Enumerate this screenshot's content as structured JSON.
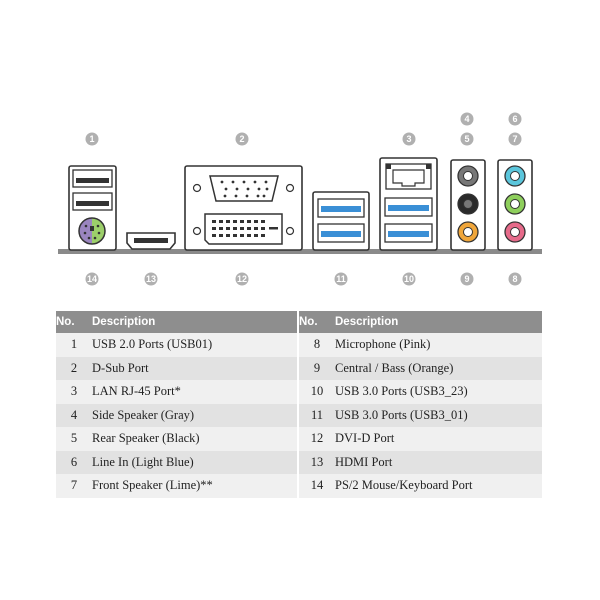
{
  "callouts": {
    "c1": "1",
    "c2": "2",
    "c3": "3",
    "c4": "4",
    "c5": "5",
    "c6": "6",
    "c7": "7",
    "c8": "8",
    "c9": "9",
    "c10": "10",
    "c11": "11",
    "c12": "12",
    "c13": "13",
    "c14": "14"
  },
  "table": {
    "header_no": "No.",
    "header_desc": "Description",
    "left": [
      {
        "no": "1",
        "desc": "USB 2.0 Ports (USB01)"
      },
      {
        "no": "2",
        "desc": "D-Sub Port"
      },
      {
        "no": "3",
        "desc": "LAN RJ-45 Port*"
      },
      {
        "no": "4",
        "desc": "Side Speaker (Gray)"
      },
      {
        "no": "5",
        "desc": "Rear Speaker (Black)"
      },
      {
        "no": "6",
        "desc": "Line In (Light Blue)"
      },
      {
        "no": "7",
        "desc": "Front Speaker (Lime)**"
      }
    ],
    "right": [
      {
        "no": "8",
        "desc": "Microphone (Pink)"
      },
      {
        "no": "9",
        "desc": "Central / Bass (Orange)"
      },
      {
        "no": "10",
        "desc": "USB 3.0 Ports (USB3_23)"
      },
      {
        "no": "11",
        "desc": "USB 3.0 Ports (USB3_01)"
      },
      {
        "no": "12",
        "desc": "DVI-D Port"
      },
      {
        "no": "13",
        "desc": "HDMI Port"
      },
      {
        "no": "14",
        "desc": "PS/2 Mouse/Keyboard Port"
      }
    ]
  },
  "colors": {
    "callout_circle": "#b0b0b0",
    "usb3_blue": "#3a8fd6",
    "audio_gray": "#777777",
    "audio_black": "#2a2a2a",
    "audio_orange": "#f0a63a",
    "audio_light_blue": "#5bc6dc",
    "audio_lime": "#8ecf5c",
    "audio_pink": "#e66a8a",
    "ps2_purple": "#9a85bf",
    "ps2_green": "#9ccf6a",
    "header_gray": "#8e8e8e"
  }
}
